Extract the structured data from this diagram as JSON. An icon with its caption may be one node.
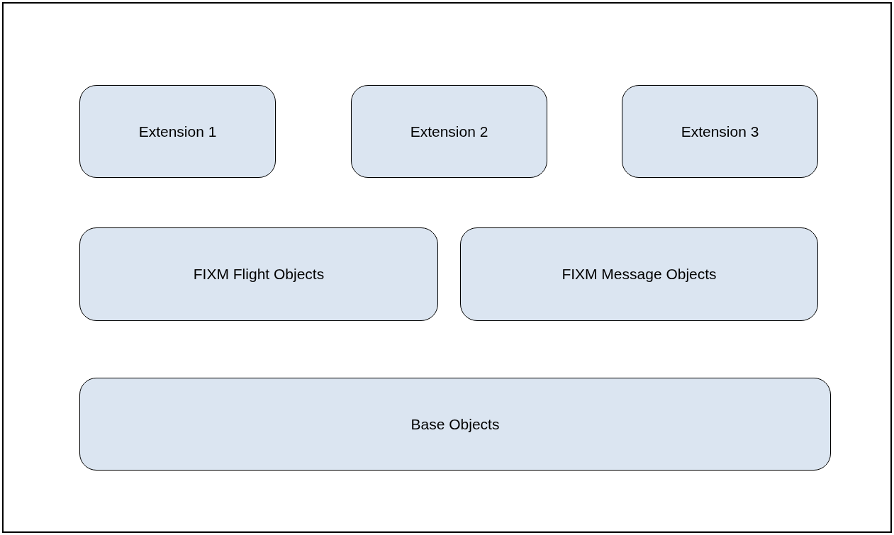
{
  "diagram": {
    "nodes": [
      {
        "text": [
          "Extension 1"
        ]
      },
      {
        "text": [
          "Extension 2"
        ]
      },
      {
        "text": [
          "Extension 3"
        ]
      },
      {
        "text": [
          "FIXM Flight Objects"
        ]
      },
      {
        "text": [
          "FIXM Message Objects"
        ]
      },
      {
        "text": [
          "Base Objects"
        ]
      }
    ]
  }
}
